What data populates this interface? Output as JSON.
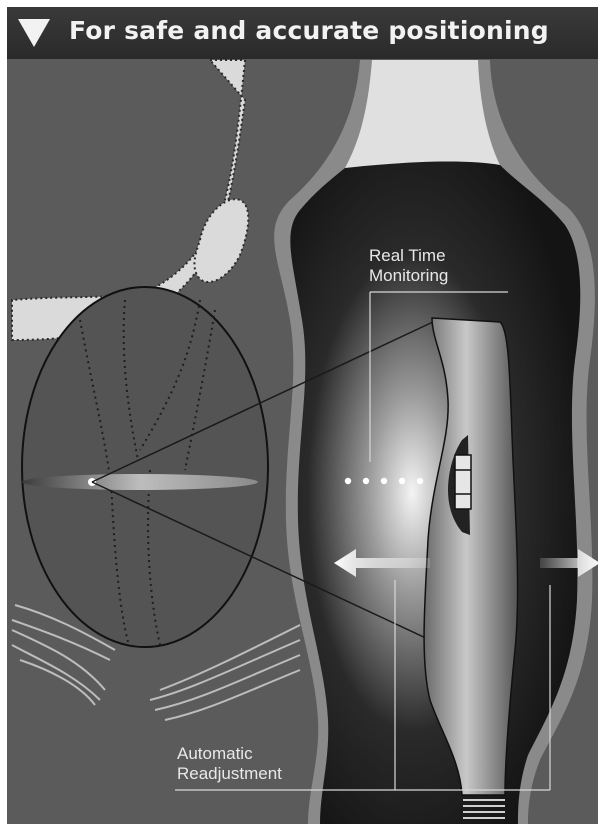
{
  "header": {
    "title": "For safe and accurate positioning"
  },
  "labels": {
    "real_time_line1": "Real Time",
    "real_time_line2": "Monitoring",
    "auto_line1": "Automatic",
    "auto_line2": "Readjustment"
  },
  "icons": {
    "header_marker": "triangle-down-icon",
    "left_arrow": "arrow-left-icon",
    "right_arrow": "arrow-right-icon"
  },
  "colors": {
    "header_bg": "#2e2e2e",
    "header_text": "#f2f2f2",
    "background": "#5a5a5a",
    "light_region": "#dcdcdc"
  }
}
